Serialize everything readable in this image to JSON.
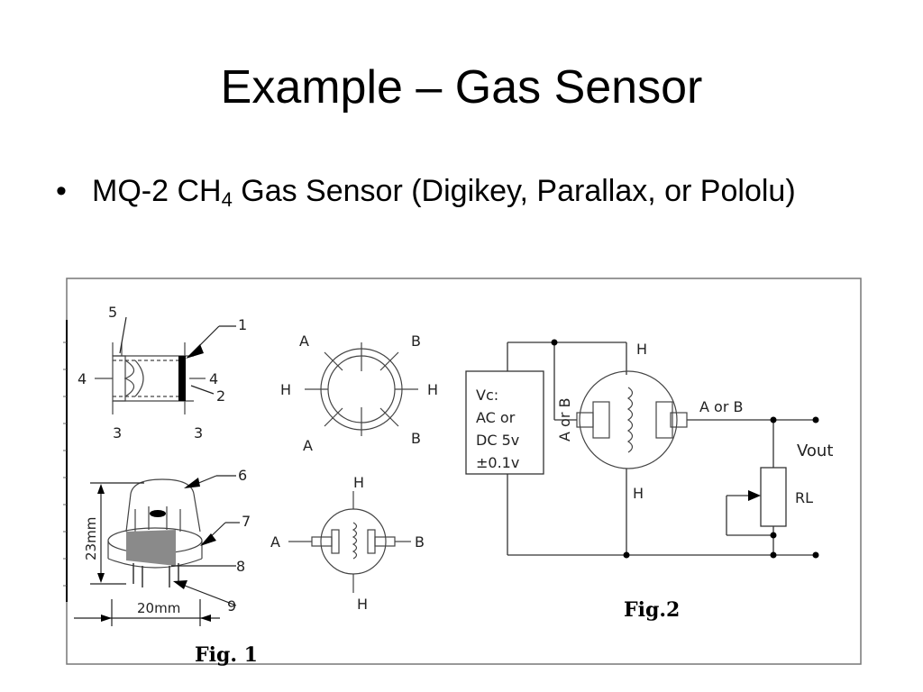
{
  "slide": {
    "title": "Example – Gas Sensor",
    "bullet": {
      "text_before": "MQ-2 CH",
      "subscript": "4",
      "text_after": " Gas Sensor (Digikey, Parallax, or Pololu)"
    }
  },
  "figure": {
    "fig1": {
      "caption": "Fig. 1",
      "callouts": [
        "5",
        "1",
        "4",
        "4",
        "2",
        "3",
        "3",
        "6",
        "7",
        "8",
        "9"
      ],
      "height_label": "23mm",
      "width_label": "20mm"
    },
    "pin_diagram": {
      "labels": [
        "A",
        "B",
        "H",
        "H",
        "A",
        "B"
      ]
    },
    "symbol_diagram": {
      "labels": [
        "H",
        "A",
        "B",
        "H"
      ]
    },
    "fig2": {
      "caption": "Fig.2",
      "supply_lines": [
        "Vc:",
        "AC or",
        "DC 5v",
        "±0.1v"
      ],
      "a_or_b_vertical": "A or B",
      "top_h": "H",
      "bottom_h": "H",
      "a_or_b": "A or B",
      "vout": "Vout",
      "rl": "RL"
    }
  }
}
